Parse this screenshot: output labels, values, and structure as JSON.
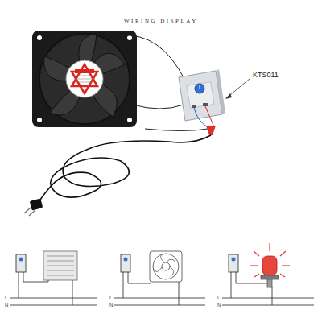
{
  "diagram": {
    "title": "WIRING DISPLAY",
    "labels": [
      "KTS011",
      "L",
      "N",
      "L",
      "N",
      "L",
      "N"
    ]
  }
}
